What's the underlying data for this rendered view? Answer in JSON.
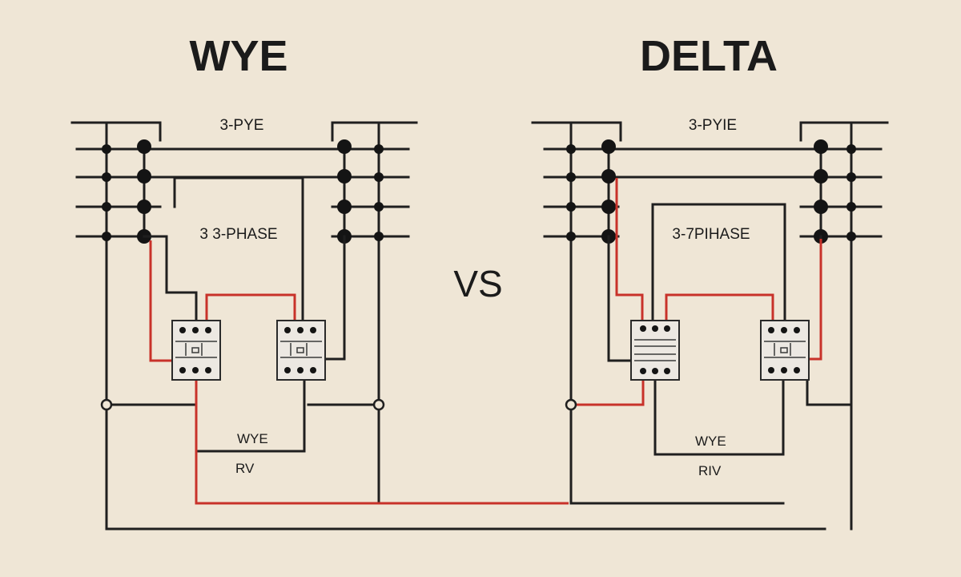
{
  "diagrams": [
    {
      "id": "wye",
      "title": "WYE",
      "top_label": "3-PYE",
      "phase_label": "3 3-PHASE",
      "bottom_label_1": "WYE",
      "bottom_label_2": "RV"
    },
    {
      "id": "delta",
      "title": "DELTA",
      "top_label": "3-PYIE",
      "phase_label": "3-7PIHASE",
      "bottom_label_1": "WYE",
      "bottom_label_2": "RIV"
    }
  ],
  "center_label": "VS",
  "colors": {
    "background": "#efe6d6",
    "wire": "#1f1f1f",
    "hot_wire": "#c8322a"
  }
}
